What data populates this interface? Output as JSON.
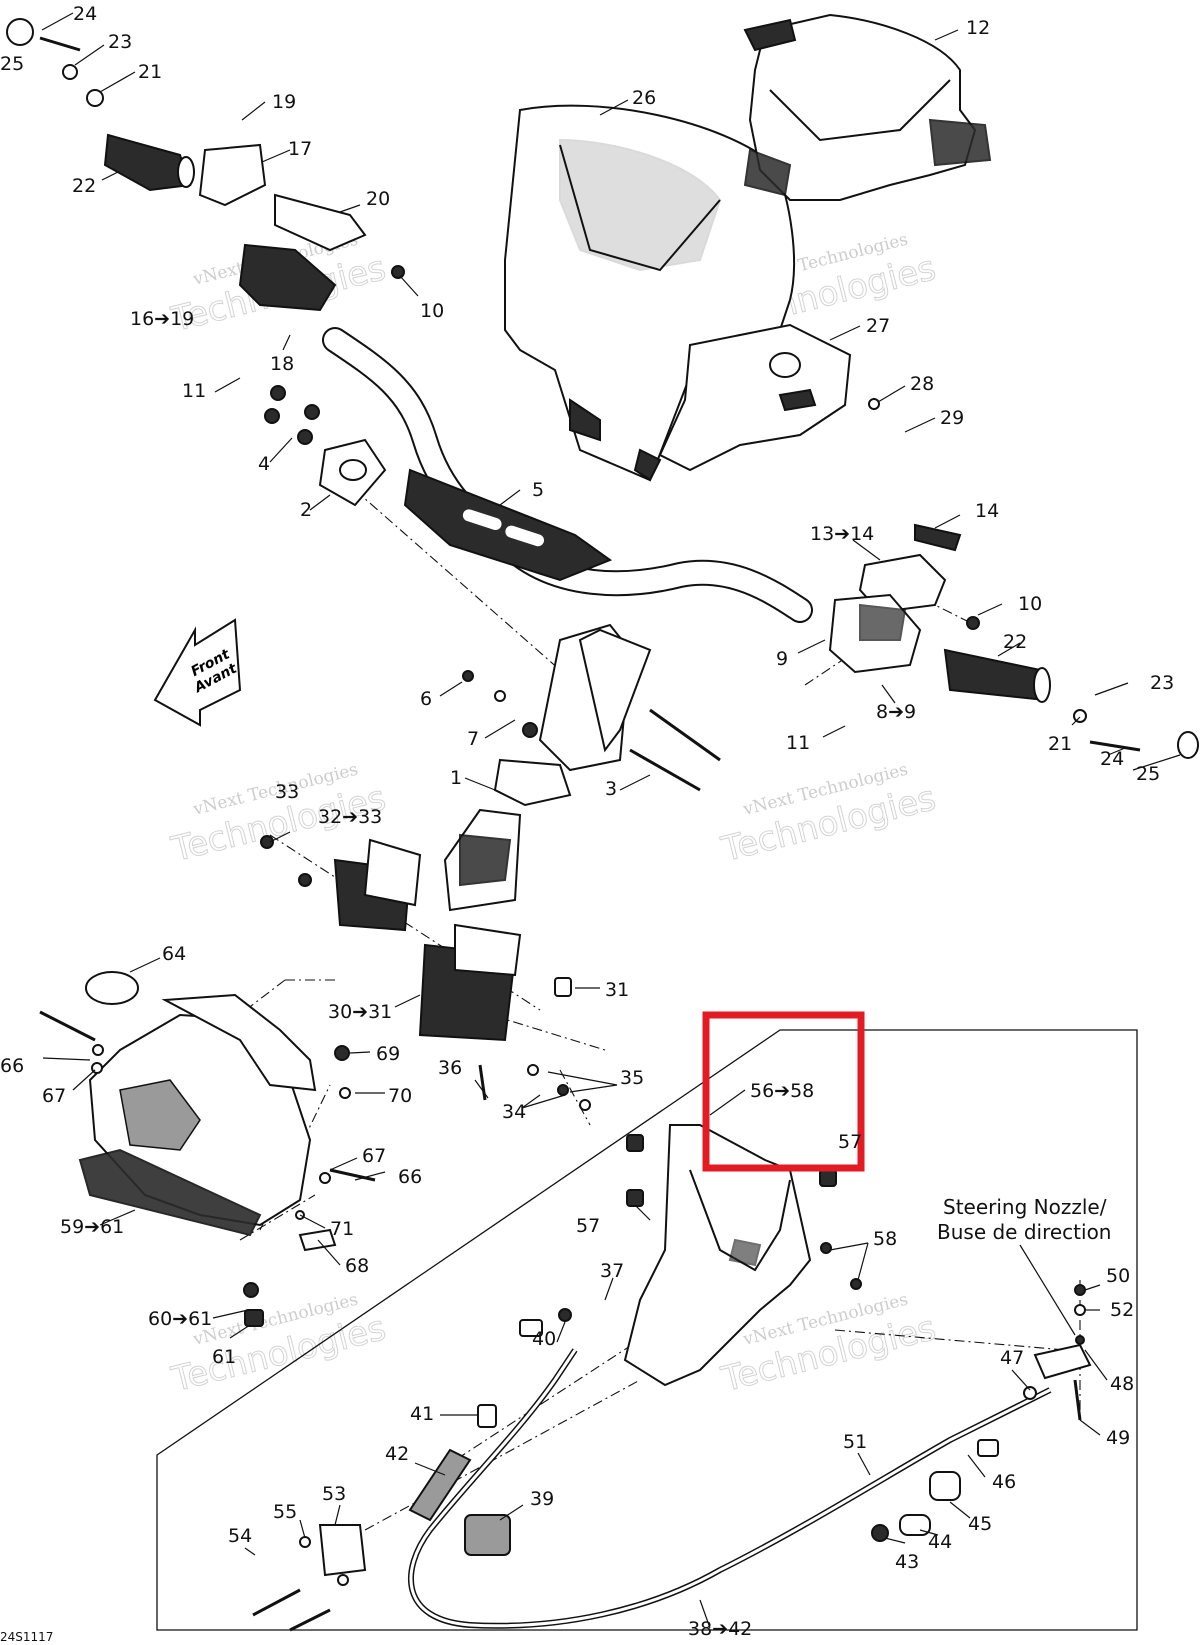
{
  "diagram": {
    "reference_code": "24S1117",
    "front_arrow": {
      "line1": "Front",
      "line2": "Avant"
    },
    "nozzle_title": {
      "line1": "Steering Nozzle/",
      "line2": "Buse de direction"
    },
    "highlight_color": "#e31b23",
    "watermark": {
      "line1": "vNext Technologies",
      "line2": "Technologies"
    },
    "callouts": [
      "24",
      "25",
      "23",
      "21",
      "22",
      "19",
      "17",
      "20",
      "10",
      "16➔19",
      "18",
      "11",
      "4",
      "2",
      "26",
      "12",
      "27",
      "28",
      "29",
      "5",
      "13➔14",
      "14",
      "10",
      "9",
      "22",
      "23",
      "8➔9",
      "11",
      "21",
      "24",
      "25",
      "6",
      "7",
      "1",
      "3",
      "33",
      "32➔33",
      "64",
      "30➔31",
      "31",
      "66",
      "67",
      "69",
      "70",
      "36",
      "35",
      "34",
      "67",
      "66",
      "59➔61",
      "71",
      "68",
      "60➔61",
      "61",
      "56➔58",
      "57",
      "57",
      "58",
      "37",
      "40",
      "41",
      "42",
      "53",
      "55",
      "54",
      "39",
      "51",
      "46",
      "45",
      "44",
      "43",
      "38➔42",
      "50",
      "52",
      "47",
      "48",
      "49"
    ]
  }
}
